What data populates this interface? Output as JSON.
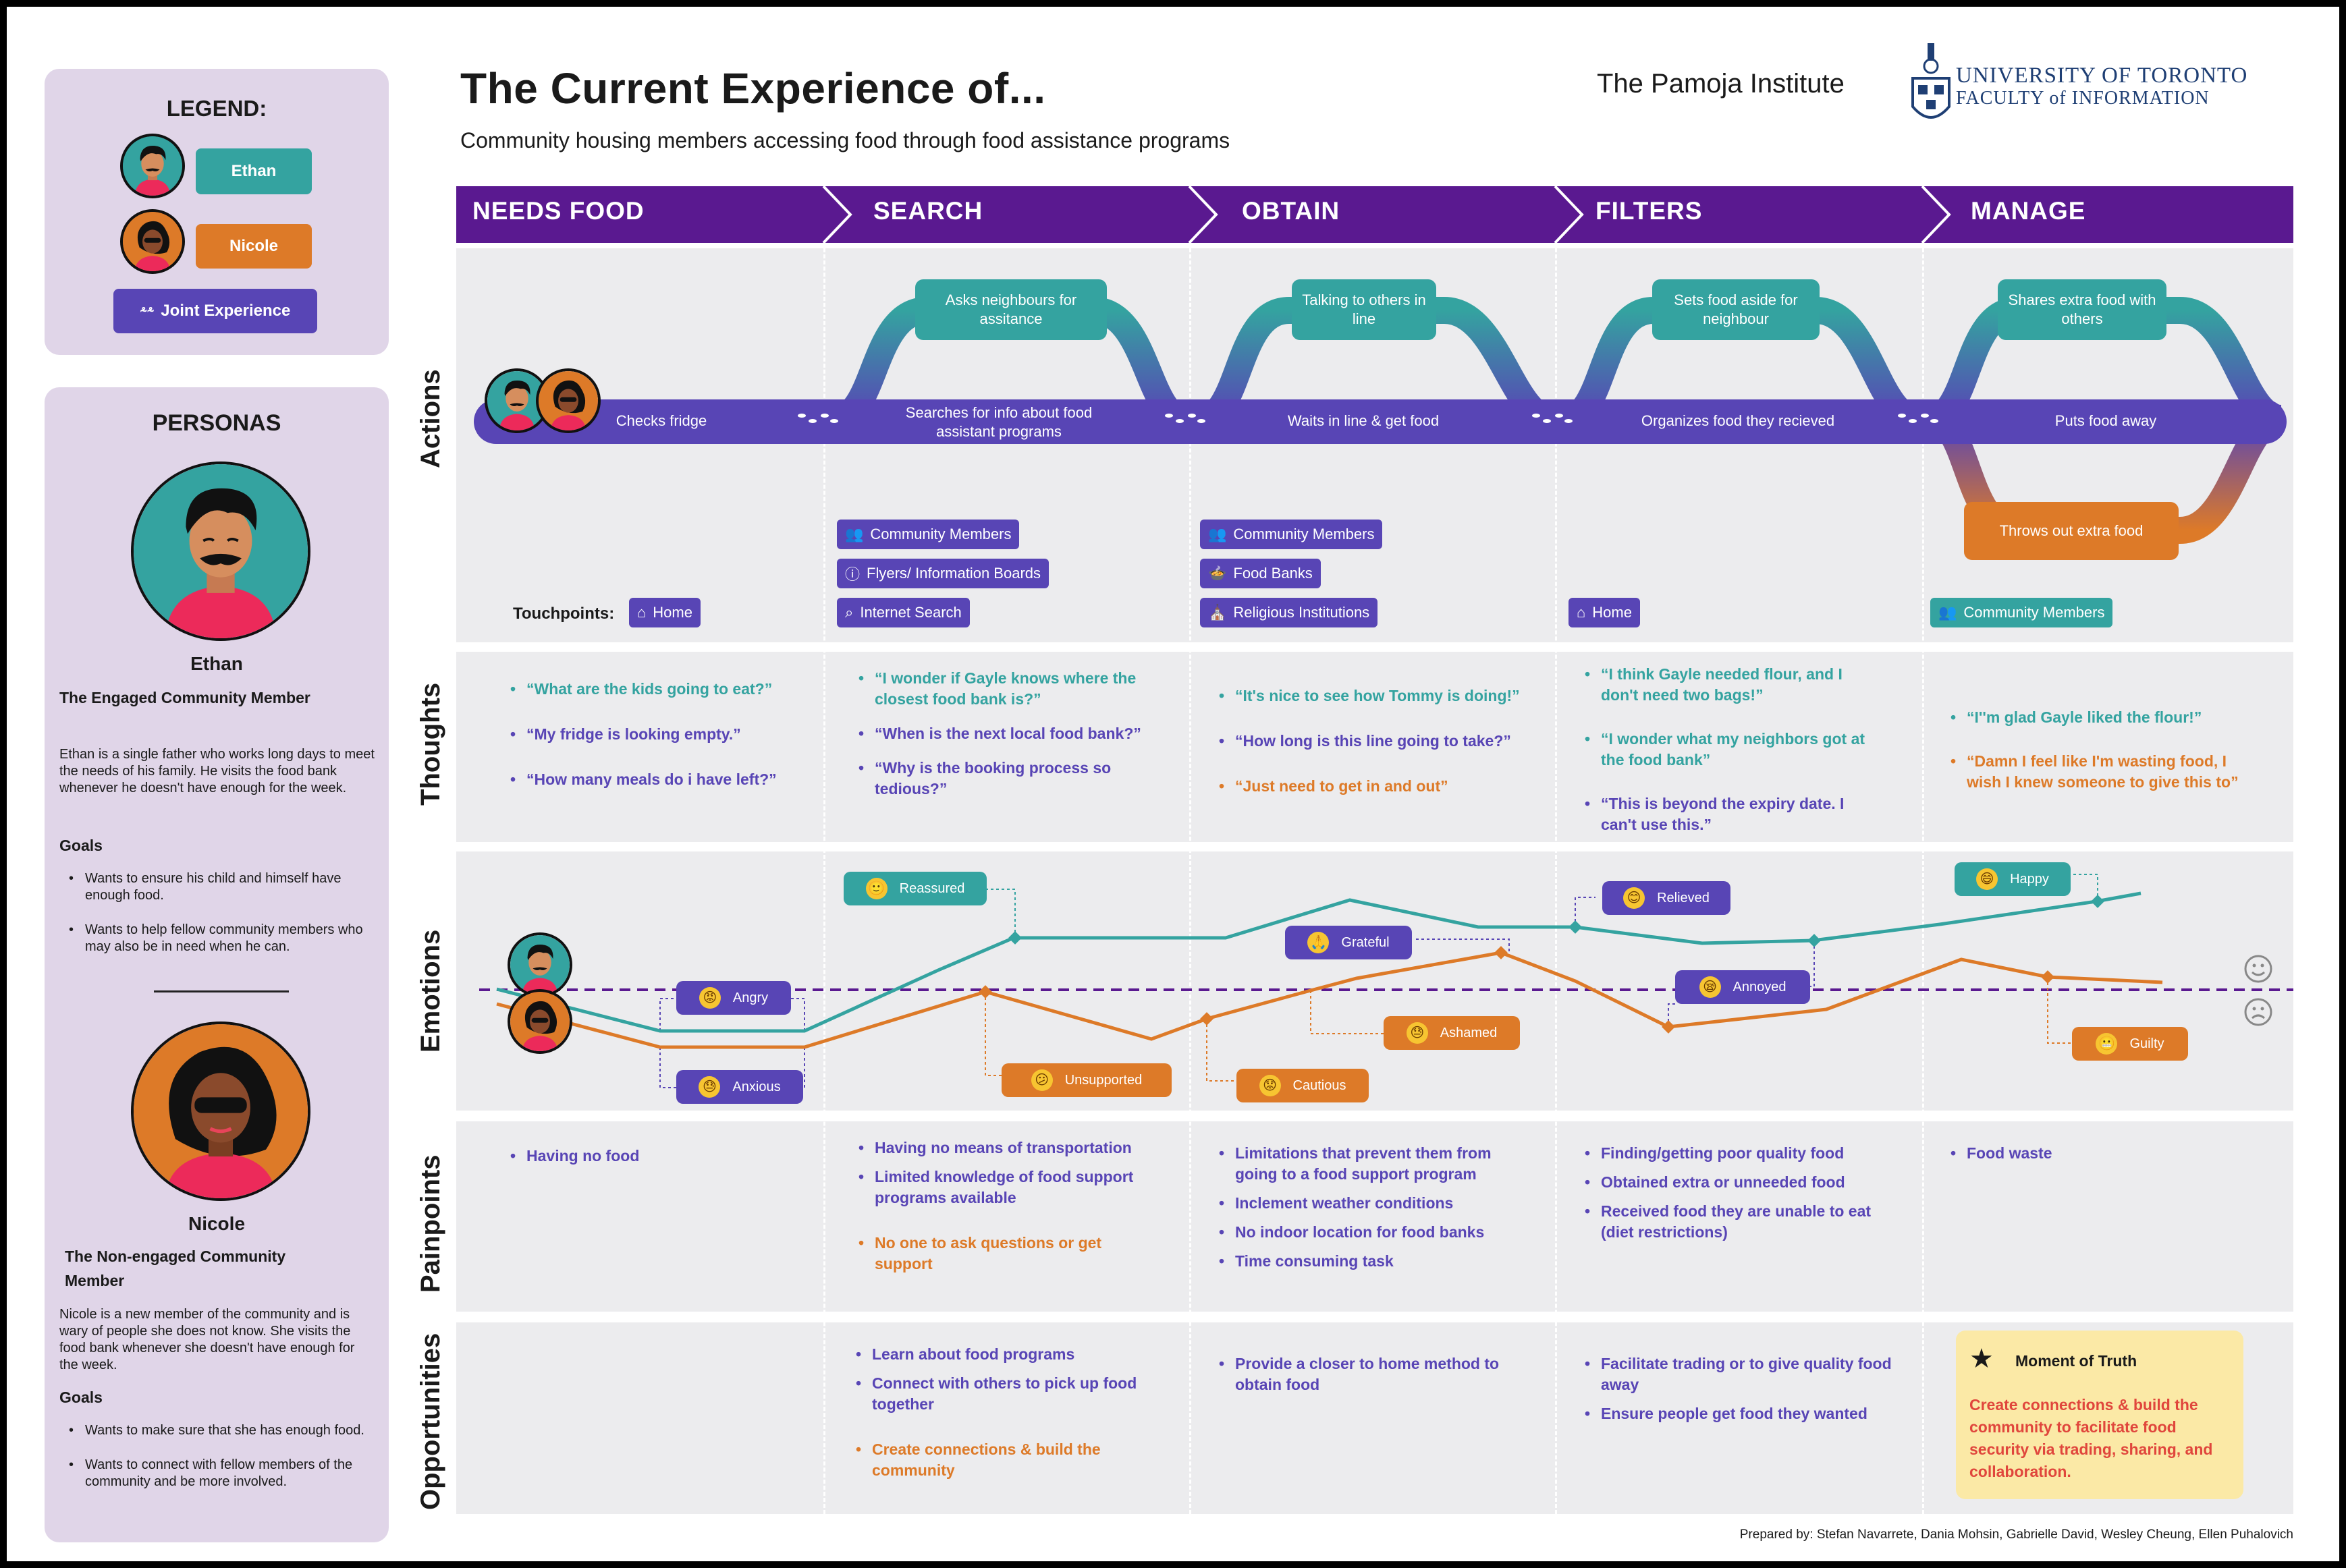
{
  "legend": {
    "title": "LEGEND:",
    "ethan": "Ethan",
    "nicole": "Nicole",
    "joint": "Joint Experience"
  },
  "personas": {
    "title": "PERSONAS",
    "ethan": {
      "name": "Ethan",
      "subtitle": "The Engaged Community Member",
      "description": "Ethan is a single father who works long days to meet the needs of his family. He visits the food bank whenever he doesn't have enough for the week.",
      "goals_label": "Goals",
      "goals": [
        "Wants to ensure his child and himself have enough food.",
        "Wants to help fellow community members who may also be in need when he can."
      ]
    },
    "nicole": {
      "name": "Nicole",
      "subtitle": "The Non-engaged Community Member",
      "description": "Nicole is a new member of the community and is wary of people she does not know. She visits the food bank whenever she doesn't have enough for the week.",
      "goals_label": "Goals",
      "goals": [
        "Wants to make sure that she has enough food.",
        "Wants to connect with fellow members of the community and be more involved."
      ]
    }
  },
  "header": {
    "title": "The Current Experience of...",
    "subtitle": "Community housing members accessing food through food assistance programs",
    "org": "The Pamoja Institute",
    "university_line1": "UNIVERSITY OF TORONTO",
    "university_line2": "FACULTY of INFORMATION"
  },
  "stages": [
    "NEEDS FOOD",
    "SEARCH",
    "OBTAIN",
    "FILTERS",
    "MANAGE"
  ],
  "row_labels": [
    "Actions",
    "Thoughts",
    "Emotions",
    "Painpoints",
    "Opportunities"
  ],
  "actions": {
    "main": [
      "Checks fridge",
      "Searches for info about food assistant programs",
      "Waits in line & get food",
      "Organizes food they recieved",
      "Puts food away"
    ],
    "upper": [
      "Asks neighbours for assitance",
      "Talking to others in line",
      "Sets food aside for neighbour",
      "Shares extra food with others"
    ],
    "lower": [
      "Throws out extra food"
    ]
  },
  "touchpoints": {
    "label": "Touchpoints:",
    "needs_food": [
      "Home"
    ],
    "search": [
      "Community Members",
      "Flyers/ Information Boards",
      "Internet Search"
    ],
    "obtain": [
      "Community Members",
      "Food Banks",
      "Religious Institutions"
    ],
    "filters": [
      "Home"
    ],
    "manage": [
      "Community Members"
    ]
  },
  "thoughts": {
    "needs_food": [
      {
        "text": "“What are the kids going to eat?”",
        "who": "ethan"
      },
      {
        "text": "“My fridge is looking empty.”",
        "who": "joint"
      },
      {
        "text": "“How many meals do i have left?”",
        "who": "joint"
      }
    ],
    "search": [
      {
        "text": "“I wonder if Gayle knows where the closest food bank is?”",
        "who": "ethan"
      },
      {
        "text": "“When is the next local food bank?”",
        "who": "joint"
      },
      {
        "text": "“Why is the booking process so tedious?”",
        "who": "joint"
      }
    ],
    "obtain": [
      {
        "text": "“It's nice to see how Tommy is doing!”",
        "who": "ethan"
      },
      {
        "text": "“How long is this line going to take?”",
        "who": "joint"
      },
      {
        "text": "“Just need to get in and out”",
        "who": "nicole"
      }
    ],
    "filters": [
      {
        "text": "“I think Gayle needed flour, and I don't need two bags!”",
        "who": "ethan"
      },
      {
        "text": "“I wonder what my neighbors got at the food bank”",
        "who": "ethan"
      },
      {
        "text": "“This is beyond the expiry date. I can't use this.”",
        "who": "joint"
      }
    ],
    "manage": [
      {
        "text": "“I''m glad Gayle liked the flour!”",
        "who": "ethan"
      },
      {
        "text": "“Damn I feel like I'm wasting food, I wish I knew someone to give this to”",
        "who": "nicole"
      }
    ]
  },
  "emotions": {
    "ethan_line": [
      [
        726,
        1456
      ],
      [
        968,
        1518
      ],
      [
        1182,
        1518
      ],
      [
        1380,
        1428
      ],
      [
        1492,
        1380
      ],
      [
        1806,
        1380
      ],
      [
        1990,
        1324
      ],
      [
        2180,
        1364
      ],
      [
        2324,
        1364
      ],
      [
        2512,
        1388
      ],
      [
        2676,
        1384
      ],
      [
        2864,
        1360
      ],
      [
        3096,
        1326
      ],
      [
        3162,
        1314
      ]
    ],
    "nicole_line": [
      [
        726,
        1478
      ],
      [
        968,
        1542
      ],
      [
        1182,
        1542
      ],
      [
        1450,
        1460
      ],
      [
        1696,
        1530
      ],
      [
        1778,
        1500
      ],
      [
        1932,
        1458
      ],
      [
        2000,
        1440
      ],
      [
        2214,
        1402
      ],
      [
        2324,
        1444
      ],
      [
        2462,
        1512
      ],
      [
        2696,
        1486
      ],
      [
        2896,
        1412
      ],
      [
        3024,
        1438
      ],
      [
        3194,
        1446
      ]
    ],
    "ethan_markers": [
      [
        1494,
        1380
      ],
      [
        2324,
        1364
      ],
      [
        2678,
        1384
      ],
      [
        3098,
        1326
      ]
    ],
    "nicole_markers": [
      [
        1450,
        1460
      ],
      [
        1778,
        1500
      ],
      [
        2214,
        1402
      ],
      [
        2462,
        1512
      ],
      [
        3024,
        1438
      ]
    ],
    "labels": [
      {
        "text": "Angry",
        "emoji": "😡",
        "color": "purple"
      },
      {
        "text": "Anxious",
        "emoji": "😓",
        "color": "purple"
      },
      {
        "text": "Reassured",
        "emoji": "🙂",
        "color": "teal"
      },
      {
        "text": "Unsupported",
        "emoji": "😕",
        "color": "orange"
      },
      {
        "text": "Grateful",
        "emoji": "🙏",
        "color": "purple"
      },
      {
        "text": "Cautious",
        "emoji": "😟",
        "color": "orange"
      },
      {
        "text": "Ashamed",
        "emoji": "😓",
        "color": "orange"
      },
      {
        "text": "Relieved",
        "emoji": "😊",
        "color": "purple"
      },
      {
        "text": "Annoyed",
        "emoji": "😪",
        "color": "purple"
      },
      {
        "text": "Happy",
        "emoji": "😄",
        "color": "teal"
      },
      {
        "text": "Guilty",
        "emoji": "😬",
        "color": "orange"
      }
    ]
  },
  "painpoints": {
    "needs_food": [
      {
        "text": "Having no food",
        "who": "joint"
      }
    ],
    "search": [
      {
        "text": "Having no means of transportation",
        "who": "joint"
      },
      {
        "text": "Limited knowledge of food support programs available",
        "who": "joint"
      },
      {
        "text": "No one to ask questions or get support",
        "who": "nicole"
      }
    ],
    "obtain": [
      {
        "text": "Limitations that prevent them from going to a food support program",
        "who": "joint"
      },
      {
        "text": "Inclement weather conditions",
        "who": "joint"
      },
      {
        "text": "No indoor location for food banks",
        "who": "joint"
      },
      {
        "text": "Time consuming task",
        "who": "joint"
      }
    ],
    "filters": [
      {
        "text": "Finding/getting poor quality food",
        "who": "joint"
      },
      {
        "text": "Obtained extra or unneeded food",
        "who": "joint"
      },
      {
        "text": "Received food they are unable to eat (diet restrictions)",
        "who": "joint"
      }
    ],
    "manage": [
      {
        "text": "Food waste",
        "who": "joint"
      }
    ]
  },
  "opportunities": {
    "search": [
      {
        "text": "Learn about food programs",
        "who": "joint"
      },
      {
        "text": "Connect with others to pick up food together",
        "who": "joint"
      },
      {
        "text": "Create connections & build the community",
        "who": "nicole"
      }
    ],
    "obtain": [
      {
        "text": "Provide a closer to home method to obtain food",
        "who": "joint"
      }
    ],
    "filters": [
      {
        "text": "Facilitate trading or to give quality food away",
        "who": "joint"
      },
      {
        "text": "Ensure people get food they wanted",
        "who": "joint"
      }
    ],
    "moment_of_truth": {
      "title": "Moment of Truth",
      "text": "Create connections & build the community to facilitate food security via trading, sharing, and collaboration."
    }
  },
  "credits": "Prepared by: Stefan Navarrete, Dania Mohsin, Gabrielle David, Wesley Cheung, Ellen Puhalovich",
  "colors": {
    "purple": "#5845b5",
    "teal": "#34a3a0",
    "orange": "#dd7a28",
    "stage_bar": "#5a1990",
    "row_bg": "#ececee",
    "panel": "#e0d5e8",
    "mot_bg": "#fbe9a6",
    "mot_text": "#e0463c"
  }
}
